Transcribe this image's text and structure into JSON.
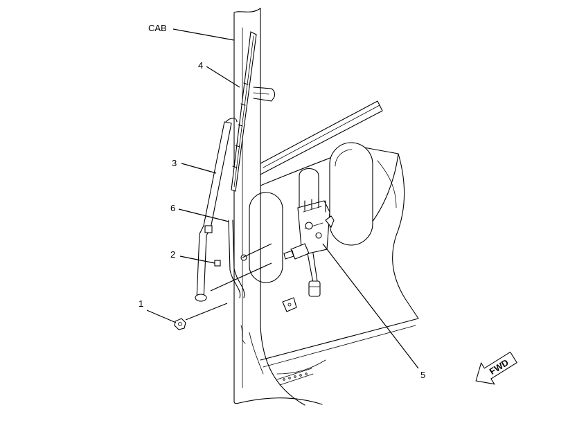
{
  "diagram": {
    "labels": {
      "cab": "CAB",
      "part_1": "1",
      "part_2": "2",
      "part_3": "3",
      "part_4": "4",
      "part_5": "5",
      "part_6": "6"
    },
    "fwd_arrow": {
      "label": "FWD",
      "icon": "forward-arrow-icon"
    }
  }
}
